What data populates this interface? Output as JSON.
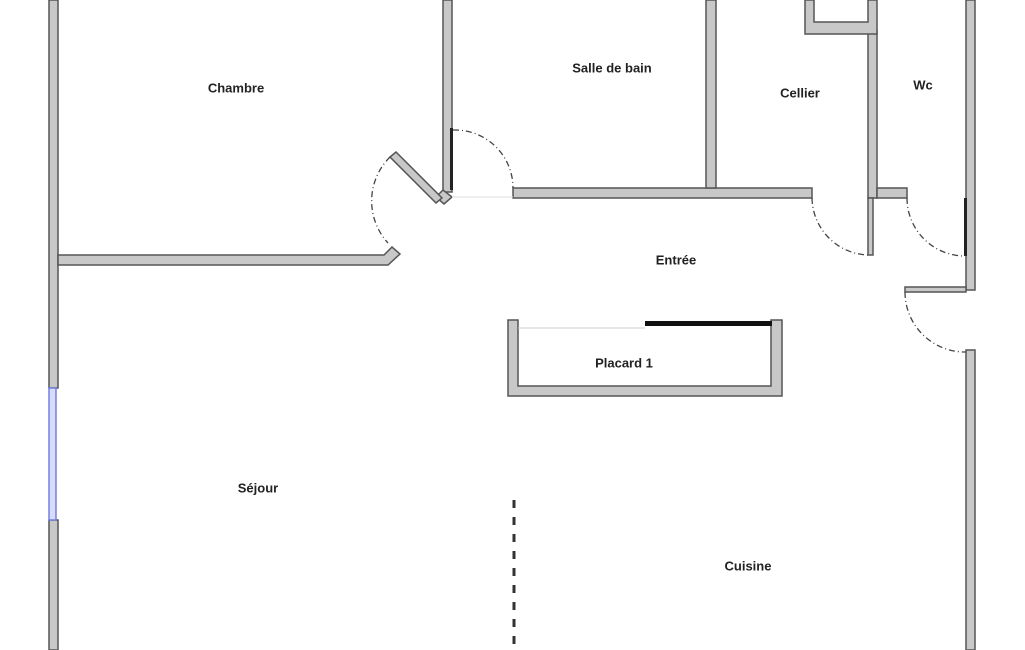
{
  "rooms": {
    "chambre": "Chambre",
    "salle_de_bain": "Salle de bain",
    "cellier": "Cellier",
    "wc": "Wc",
    "entree": "Entrée",
    "placard": "Placard 1",
    "sejour": "Séjour",
    "cuisine": "Cuisine"
  },
  "colors": {
    "wall": "#c8c8c8",
    "window": "#8090e0"
  }
}
